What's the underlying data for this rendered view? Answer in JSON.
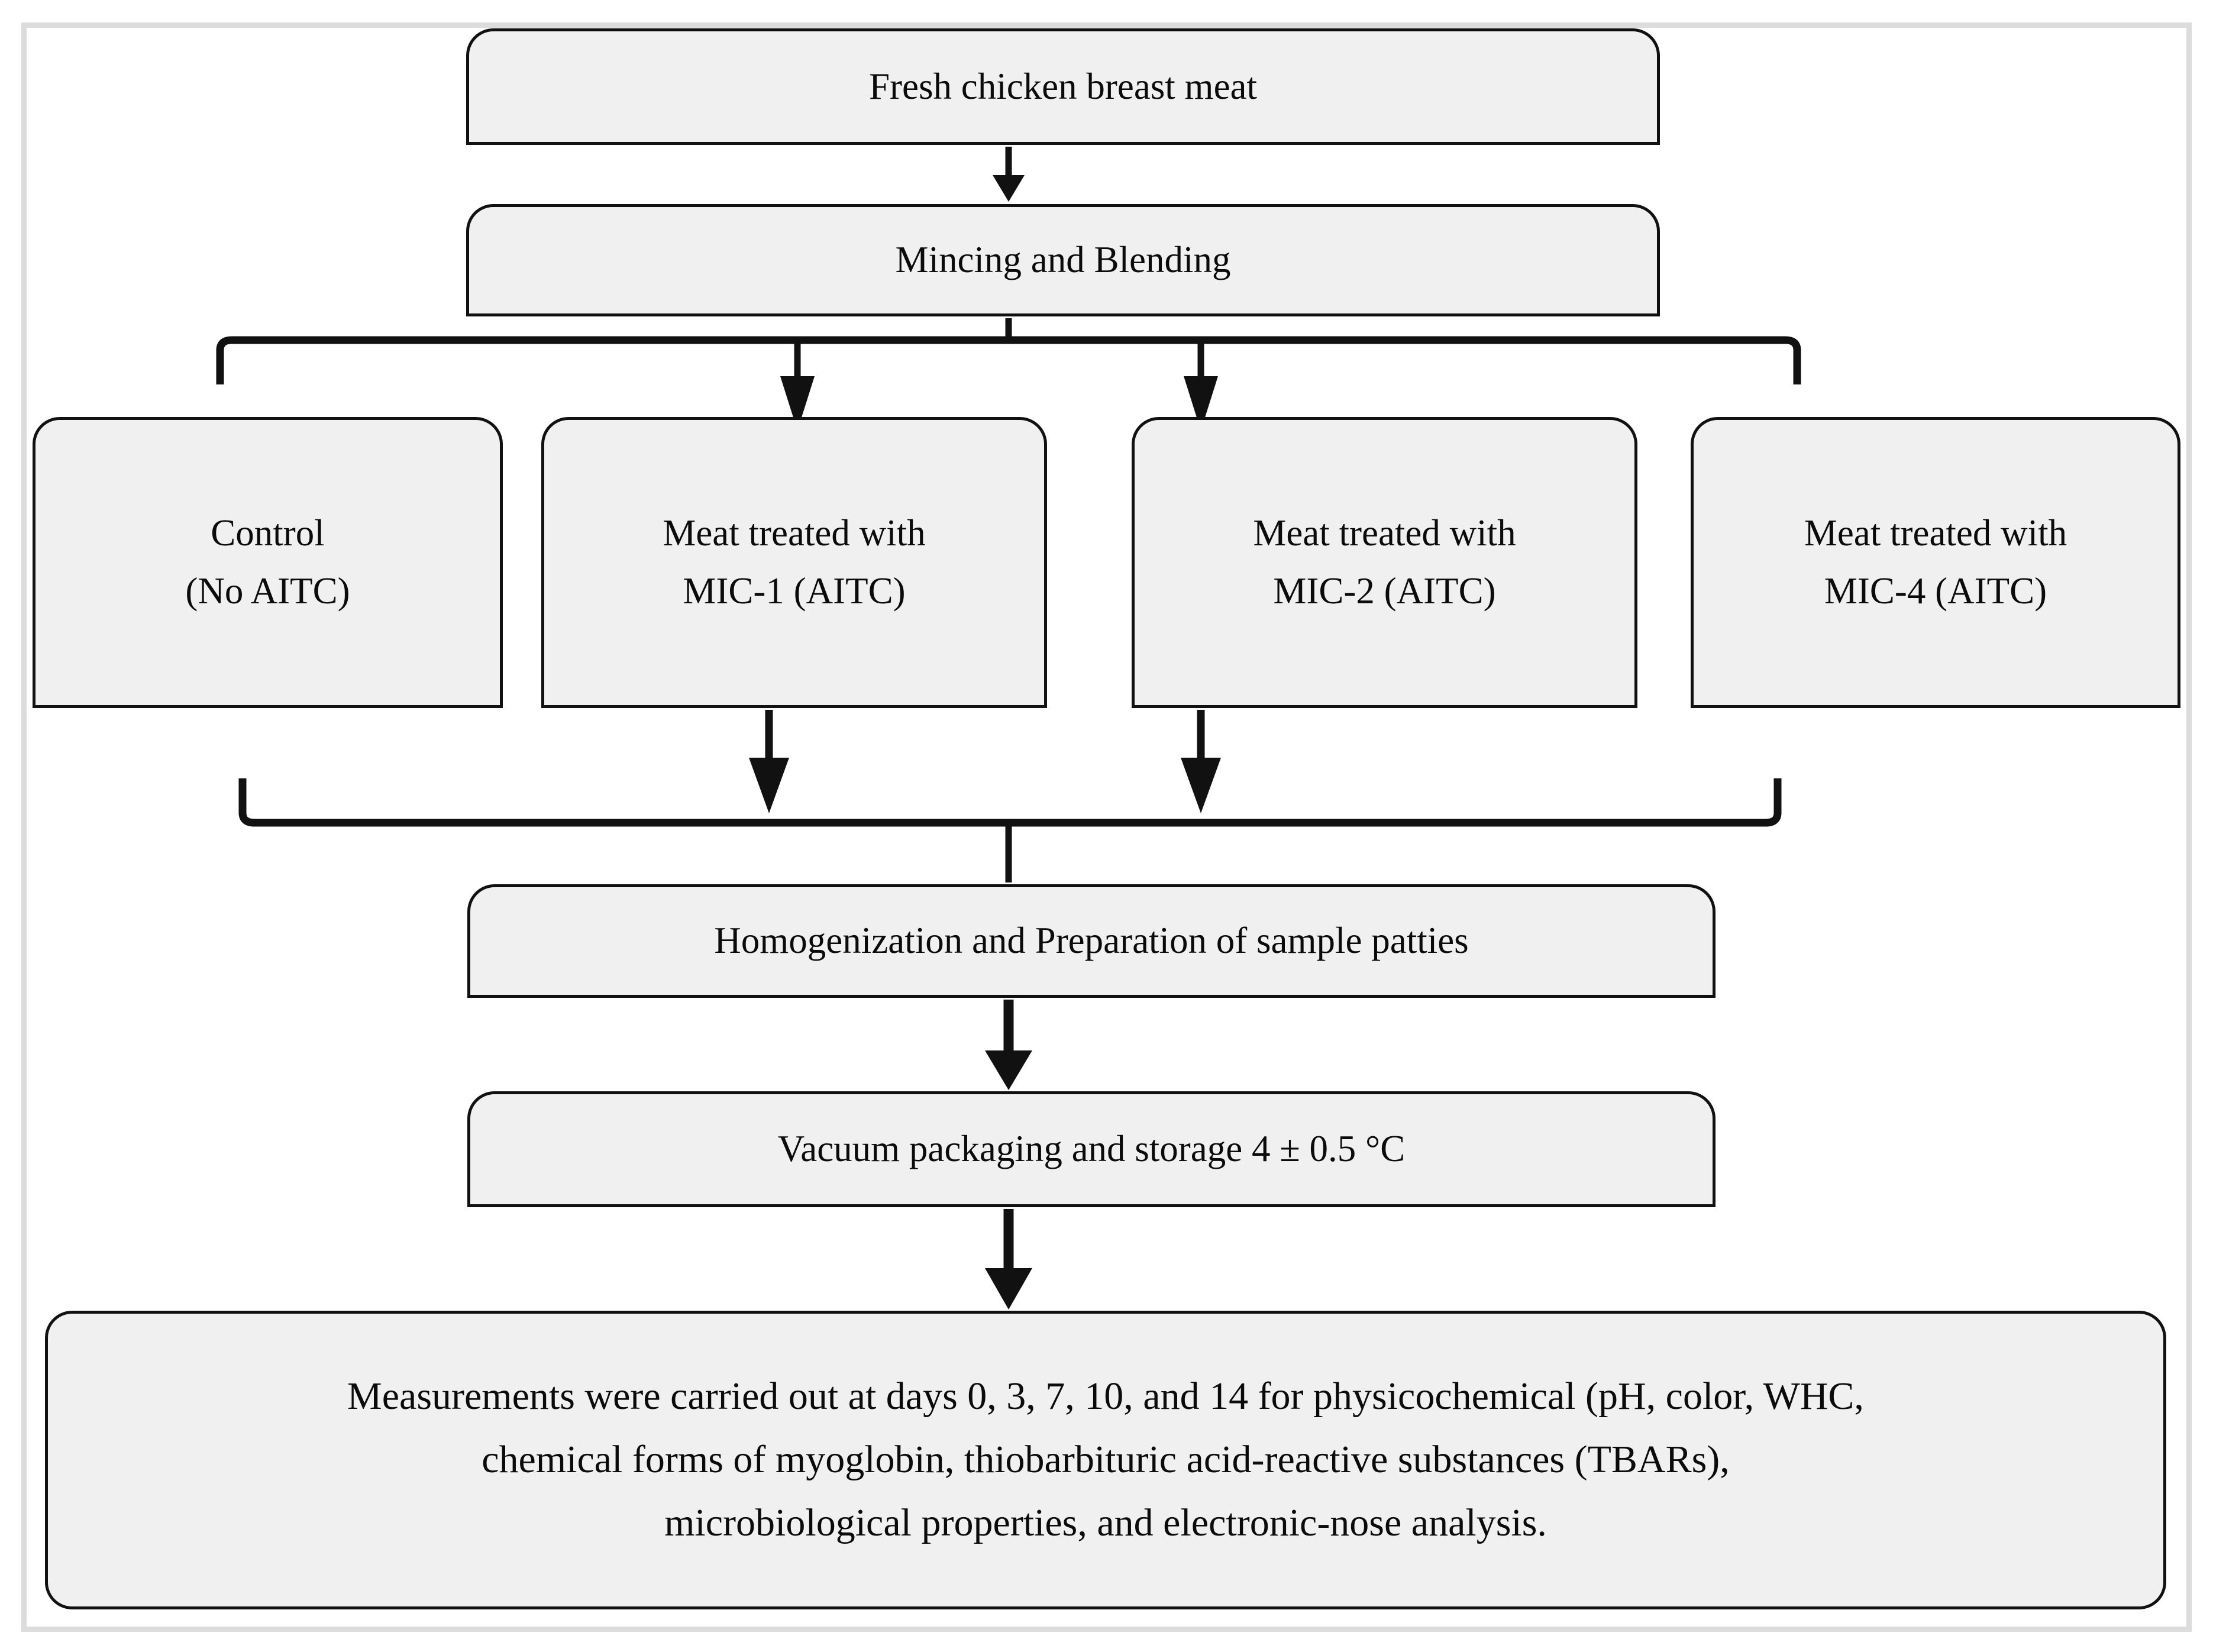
{
  "diagram": {
    "title_internal": "experimental-flow-diagram",
    "frame_color": "#dcdcdc",
    "node_fill": "#f0f0f0",
    "node_stroke": "#111111",
    "nodes": {
      "fresh_meat": "Fresh chicken breast meat",
      "mincing": "Mincing and Blending",
      "control_line1": "Control",
      "control_line2": "(No AITC)",
      "mic1_line1": "Meat treated with",
      "mic1_line2": "MIC-1 (AITC)",
      "mic2_line1": "Meat treated with",
      "mic2_line2": "MIC-2 (AITC)",
      "mic4_line1": "Meat treated with",
      "mic4_line2": "MIC-4 (AITC)",
      "homogenization": "Homogenization and Preparation of sample patties",
      "vacuum": "Vacuum packaging and storage 4 ± 0.5 °C",
      "measurements_line1": "Measurements were carried out at days 0, 3, 7, 10, and 14 for physicochemical (pH, color, WHC,",
      "measurements_line2": "chemical forms of myoglobin, thiobarbituric acid-reactive substances (TBARs),",
      "measurements_line3": "microbiological properties, and electronic-nose analysis."
    },
    "connectors": [
      {
        "name": "fresh-to-mincing",
        "type": "arrow-down"
      },
      {
        "name": "mincing-split-bar",
        "type": "bracket-down"
      },
      {
        "name": "split-to-mic1",
        "type": "arrow-down"
      },
      {
        "name": "split-to-mic2",
        "type": "arrow-down"
      },
      {
        "name": "mic1-to-merge",
        "type": "arrow-down"
      },
      {
        "name": "mic2-to-merge",
        "type": "arrow-down"
      },
      {
        "name": "merge-bar-to-homogenization",
        "type": "bracket-up"
      },
      {
        "name": "homogenization-to-vacuum",
        "type": "arrow-down"
      },
      {
        "name": "vacuum-to-measurements",
        "type": "arrow-down"
      }
    ]
  }
}
